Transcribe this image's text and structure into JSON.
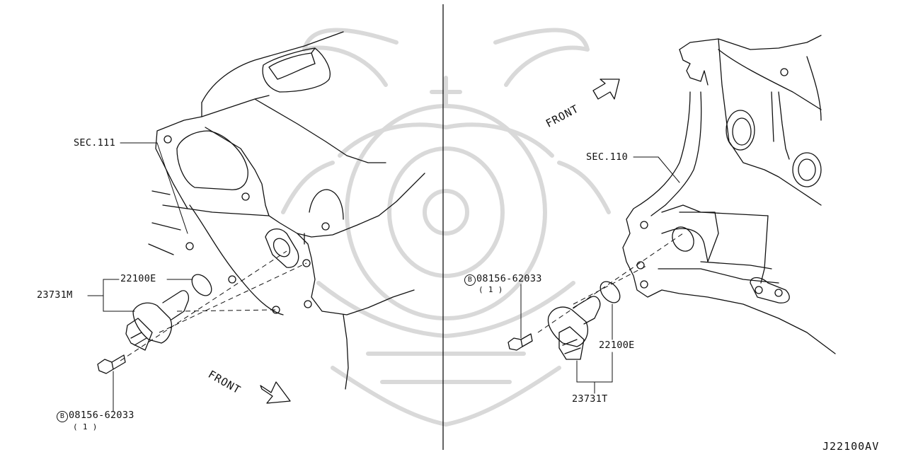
{
  "left": {
    "sec": "SEC.111",
    "part_oring": "22100E",
    "part_sensor": "23731M",
    "bolt_marker": "B",
    "bolt_part": "08156-62033",
    "bolt_qty": "( 1 )",
    "front": "FRONT"
  },
  "right": {
    "sec": "SEC.110",
    "bolt_marker": "B",
    "bolt_part": "08156-62033",
    "bolt_qty": "( 1 )",
    "part_oring": "22100E",
    "part_sensor": "23731T",
    "front": "FRONT"
  },
  "diagram_code": "J22100AV"
}
